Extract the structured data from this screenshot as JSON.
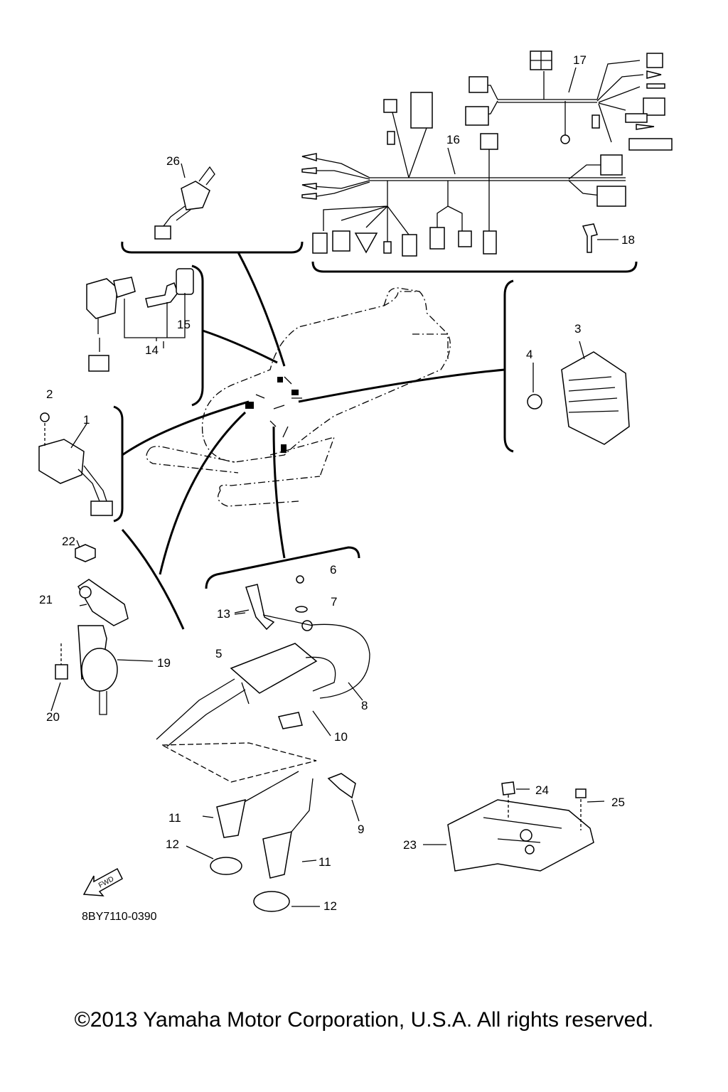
{
  "diagram": {
    "drawing_code": "8BY7110-0390",
    "fwd_label": "FWD",
    "callouts": {
      "c1": "1",
      "c2": "2",
      "c3": "3",
      "c4": "4",
      "c5": "5",
      "c6": "6",
      "c7": "7",
      "c8": "8",
      "c9": "9",
      "c10": "10",
      "c11a": "11",
      "c11b": "11",
      "c12a": "12",
      "c12b": "12",
      "c13": "13",
      "c14": "14",
      "c15": "15",
      "c16": "16",
      "c17": "17",
      "c18": "18",
      "c19": "19",
      "c20": "20",
      "c21": "21",
      "c22": "22",
      "c23": "23",
      "c24": "24",
      "c25": "25",
      "c26": "26"
    }
  },
  "footer": {
    "copyright": "©2013 Yamaha Motor Corporation, U.S.A. All rights reserved."
  }
}
